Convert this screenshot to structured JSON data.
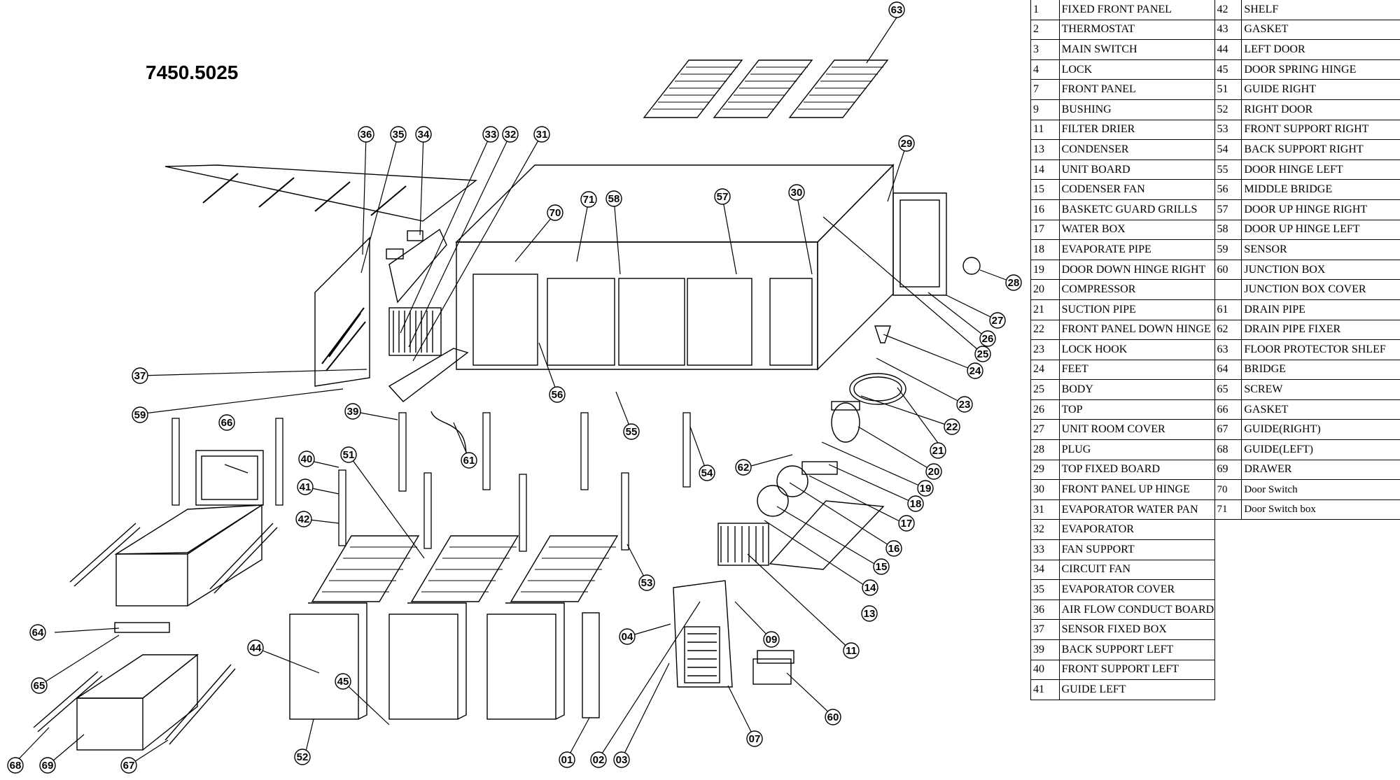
{
  "title": "7450.5025",
  "callouts": [
    "63",
    "36",
    "35",
    "34",
    "33",
    "32",
    "31",
    "70",
    "71",
    "58",
    "57",
    "30",
    "29",
    "28",
    "27",
    "26",
    "25",
    "24",
    "23",
    "22",
    "21",
    "20",
    "19",
    "18",
    "17",
    "16",
    "15",
    "14",
    "13",
    "11",
    "09",
    "60",
    "07",
    "04",
    "02",
    "03",
    "01",
    "52",
    "45",
    "44",
    "69",
    "67",
    "68",
    "65",
    "64",
    "66",
    "59",
    "37",
    "39",
    "40",
    "41",
    "42",
    "51",
    "61",
    "56",
    "55",
    "54",
    "53",
    "62"
  ],
  "parts_left": [
    {
      "no": "1",
      "name": "FIXED FRONT PANEL"
    },
    {
      "no": "2",
      "name": "THERMOSTAT"
    },
    {
      "no": "3",
      "name": "MAIN SWITCH"
    },
    {
      "no": "4",
      "name": "LOCK"
    },
    {
      "no": "7",
      "name": "FRONT PANEL"
    },
    {
      "no": "9",
      "name": "BUSHING"
    },
    {
      "no": "11",
      "name": "FILTER DRIER"
    },
    {
      "no": "13",
      "name": "CONDENSER"
    },
    {
      "no": "14",
      "name": "UNIT BOARD"
    },
    {
      "no": "15",
      "name": "CODENSER FAN"
    },
    {
      "no": "16",
      "name": "BASKETC GUARD GRILLS"
    },
    {
      "no": "17",
      "name": "WATER BOX"
    },
    {
      "no": "18",
      "name": "EVAPORATE PIPE"
    },
    {
      "no": "19",
      "name": "DOOR DOWN HINGE RIGHT"
    },
    {
      "no": "20",
      "name": "COMPRESSOR"
    },
    {
      "no": "21",
      "name": "SUCTION PIPE"
    },
    {
      "no": "22",
      "name": "FRONT PANEL DOWN HINGE"
    },
    {
      "no": "23",
      "name": "LOCK HOOK"
    },
    {
      "no": "24",
      "name": "FEET"
    },
    {
      "no": "25",
      "name": "BODY"
    },
    {
      "no": "26",
      "name": "TOP"
    },
    {
      "no": "27",
      "name": "UNIT ROOM COVER"
    },
    {
      "no": "28",
      "name": "PLUG"
    },
    {
      "no": "29",
      "name": "TOP FIXED BOARD"
    },
    {
      "no": "30",
      "name": "FRONT PANEL UP HINGE"
    },
    {
      "no": "31",
      "name": "EVAPORATOR WATER PAN"
    },
    {
      "no": "32",
      "name": "EVAPORATOR"
    },
    {
      "no": "33",
      "name": "FAN SUPPORT"
    },
    {
      "no": "34",
      "name": "CIRCUIT FAN"
    },
    {
      "no": "35",
      "name": "EVAPORATOR COVER"
    },
    {
      "no": "36",
      "name": "AIR FLOW CONDUCT BOARD"
    },
    {
      "no": "37",
      "name": "SENSOR FIXED BOX"
    },
    {
      "no": "39",
      "name": "BACK SUPPORT LEFT"
    },
    {
      "no": "40",
      "name": "FRONT SUPPORT LEFT"
    },
    {
      "no": "41",
      "name": "GUIDE LEFT"
    }
  ],
  "parts_right": [
    {
      "no": "42",
      "name": "SHELF"
    },
    {
      "no": "43",
      "name": "GASKET"
    },
    {
      "no": "44",
      "name": "LEFT DOOR"
    },
    {
      "no": "45",
      "name": "DOOR SPRING HINGE"
    },
    {
      "no": "51",
      "name": "GUIDE RIGHT"
    },
    {
      "no": "52",
      "name": "RIGHT DOOR"
    },
    {
      "no": "53",
      "name": "FRONT SUPPORT RIGHT"
    },
    {
      "no": "54",
      "name": "BACK SUPPORT RIGHT"
    },
    {
      "no": "55",
      "name": "DOOR HINGE LEFT"
    },
    {
      "no": "56",
      "name": "MIDDLE BRIDGE"
    },
    {
      "no": "57",
      "name": "DOOR UP HINGE RIGHT"
    },
    {
      "no": "58",
      "name": "DOOR UP HINGE LEFT"
    },
    {
      "no": "59",
      "name": "SENSOR"
    },
    {
      "no": "60",
      "name": "JUNCTION BOX"
    },
    {
      "no": "",
      "name": "JUNCTION BOX COVER"
    },
    {
      "no": "61",
      "name": "DRAIN PIPE"
    },
    {
      "no": "62",
      "name": "DRAIN PIPE FIXER"
    },
    {
      "no": "63",
      "name": "FLOOR PROTECTOR SHLEF"
    },
    {
      "no": "64",
      "name": "BRIDGE"
    },
    {
      "no": "65",
      "name": "SCREW"
    },
    {
      "no": "66",
      "name": "GASKET"
    },
    {
      "no": "67",
      "name": "GUIDE(RIGHT)"
    },
    {
      "no": "68",
      "name": "GUIDE(LEFT)"
    },
    {
      "no": "69",
      "name": "DRAWER"
    },
    {
      "no": "70",
      "name": "Door Switch"
    },
    {
      "no": "71",
      "name": "Door Switch box"
    }
  ]
}
